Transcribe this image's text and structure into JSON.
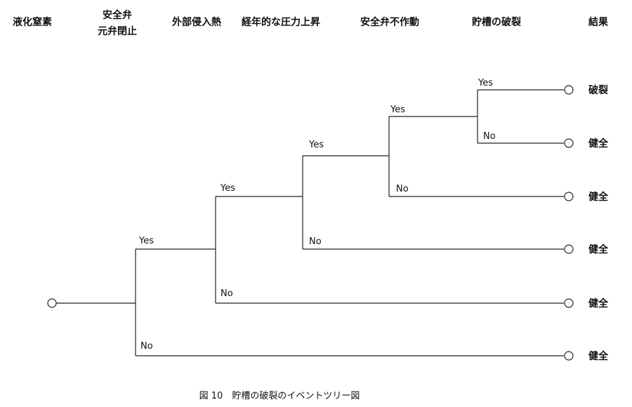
{
  "diagram": {
    "headers": [
      {
        "key": "initiating",
        "lines": [
          "液化窒素"
        ]
      },
      {
        "key": "valve",
        "lines": [
          "安全弁",
          "元弁閉止"
        ]
      },
      {
        "key": "heat",
        "lines": [
          "外部侵入熱"
        ]
      },
      {
        "key": "pressure",
        "lines": [
          "経年的な圧力上昇"
        ]
      },
      {
        "key": "safety_valve_fail",
        "lines": [
          "安全弁不作動"
        ]
      },
      {
        "key": "tank_rupture",
        "lines": [
          "貯槽の破裂"
        ]
      },
      {
        "key": "result",
        "lines": [
          "結果"
        ]
      }
    ],
    "branch_labels": {
      "yes": "Yes",
      "no": "No"
    },
    "outcomes": [
      {
        "id": "o1",
        "path": [
          "Yes",
          "Yes",
          "Yes",
          "Yes",
          "Yes"
        ],
        "result": "破裂"
      },
      {
        "id": "o2",
        "path": [
          "Yes",
          "Yes",
          "Yes",
          "Yes",
          "No"
        ],
        "result": "健全"
      },
      {
        "id": "o3",
        "path": [
          "Yes",
          "Yes",
          "Yes",
          "No"
        ],
        "result": "健全"
      },
      {
        "id": "o4",
        "path": [
          "Yes",
          "Yes",
          "No"
        ],
        "result": "健全"
      },
      {
        "id": "o5",
        "path": [
          "Yes",
          "No"
        ],
        "result": "健全"
      },
      {
        "id": "o6",
        "path": [
          "No"
        ],
        "result": "健全"
      }
    ],
    "caption": "図 10　貯槽の破裂のイベントツリー図"
  }
}
